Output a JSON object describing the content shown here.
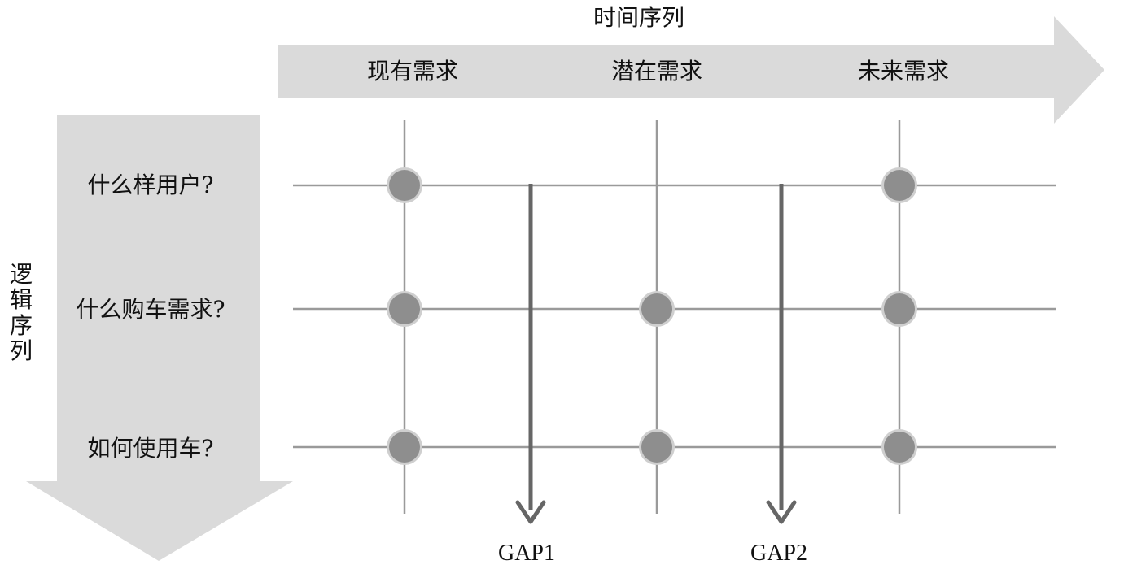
{
  "time_axis": {
    "title": "时间序列",
    "columns": [
      "现有需求",
      "潜在需求",
      "未来需求"
    ]
  },
  "logic_axis": {
    "title_chars": [
      "逻",
      "辑",
      "序",
      "列"
    ],
    "rows": [
      "什么样用户?",
      "什么购车需求?",
      "如何使用车?"
    ]
  },
  "gaps": [
    "GAP1",
    "GAP2"
  ],
  "nodes": [
    {
      "row": 0,
      "col": 0
    },
    {
      "row": 0,
      "col": 2
    },
    {
      "row": 1,
      "col": 0
    },
    {
      "row": 1,
      "col": 1
    },
    {
      "row": 1,
      "col": 2
    },
    {
      "row": 2,
      "col": 0
    },
    {
      "row": 2,
      "col": 1
    },
    {
      "row": 2,
      "col": 2
    }
  ],
  "colors": {
    "arrow_fill": "#dadada",
    "grid_line": "#9a9a9a",
    "node_fill": "#8e8e8e",
    "node_ring": "#cfcfcf",
    "gap_arrow": "#666666"
  }
}
